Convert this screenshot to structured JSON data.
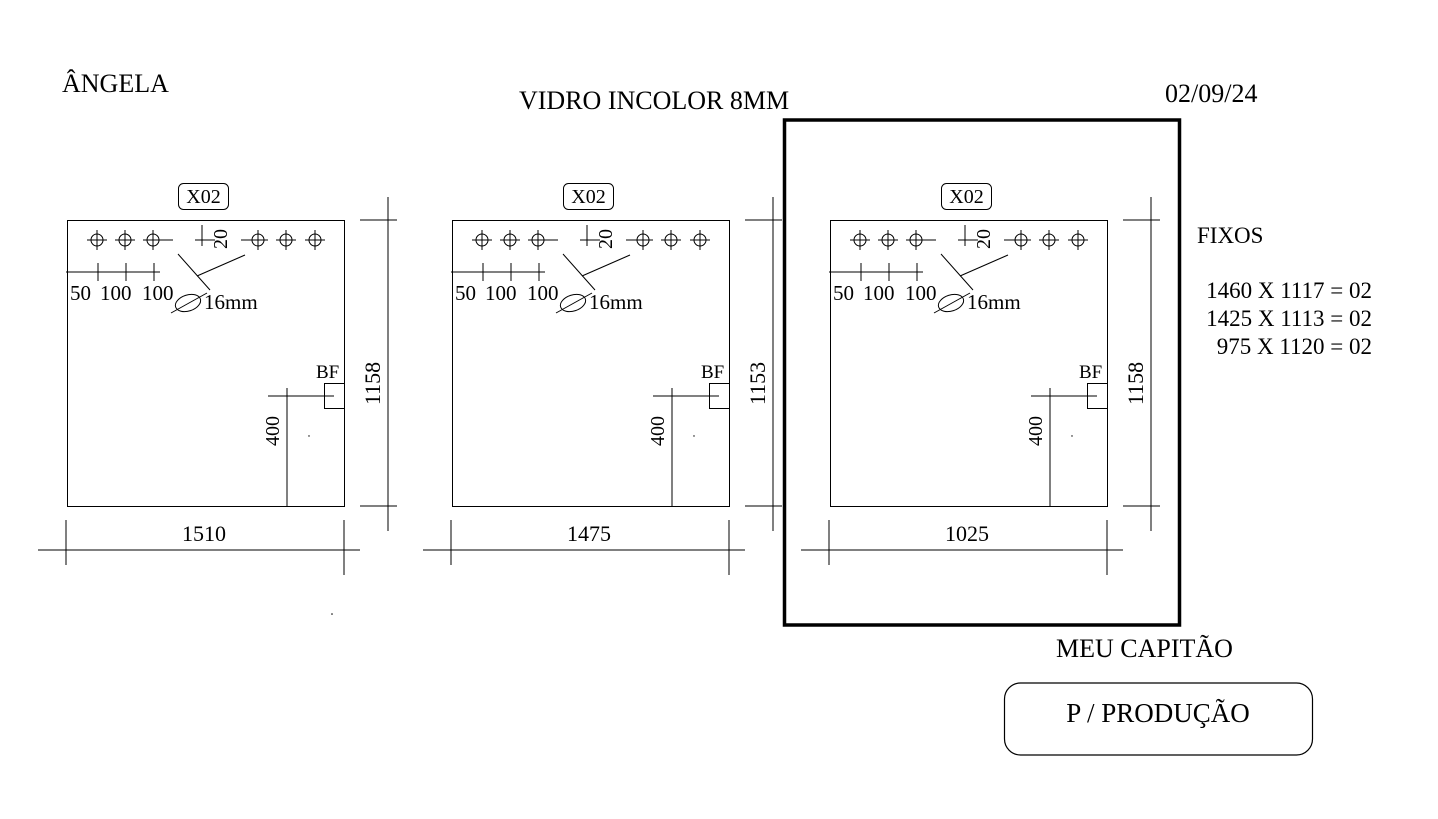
{
  "header": {
    "client": "ÂNGELA",
    "material": "VIDRO INCOLOR 8MM",
    "date": "02/09/24"
  },
  "panels": [
    {
      "qty_tag": "X02",
      "width": "1510",
      "height": "1158",
      "hole_offset": "20",
      "spacing": [
        "50",
        "100",
        "100"
      ],
      "hole_size": "16mm",
      "bf_label": "BF",
      "bf_height": "400"
    },
    {
      "qty_tag": "X02",
      "width": "1475",
      "height": "1153",
      "hole_offset": "20",
      "spacing": [
        "50",
        "100",
        "100"
      ],
      "hole_size": "16mm",
      "bf_label": "BF",
      "bf_height": "400"
    },
    {
      "qty_tag": "X02",
      "width": "1025",
      "height": "1158",
      "hole_offset": "20",
      "spacing": [
        "50",
        "100",
        "100"
      ],
      "hole_size": "16mm",
      "bf_label": "BF",
      "bf_height": "400"
    }
  ],
  "fixos": {
    "title": "FIXOS",
    "lines": [
      "1460 X 1117 = 02",
      "1425 X 1113 = 02",
      "975 X 1120 = 02"
    ]
  },
  "footer": {
    "signature": "MEU CAPITÃO",
    "stamp": "P / PRODUÇÃO"
  }
}
